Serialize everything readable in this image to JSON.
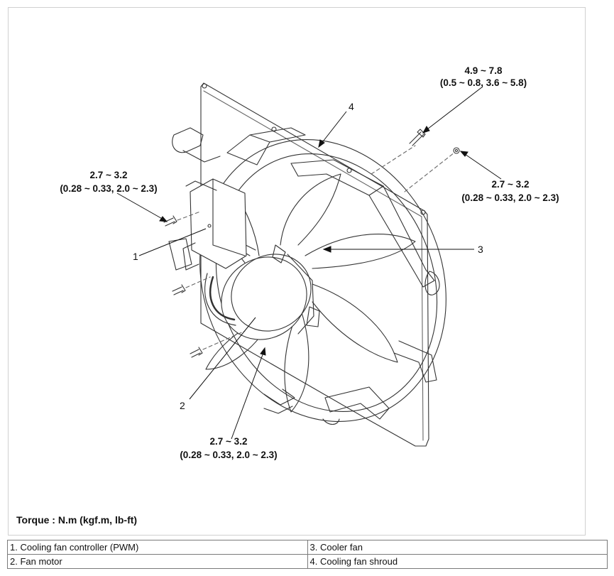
{
  "torque_specs": {
    "top_right_bolt": {
      "nm": "4.9 ~ 7.8",
      "alt": "(0.5 ~ 0.8, 3.6 ~ 5.8)"
    },
    "right_nut": {
      "nm": "2.7 ~ 3.2",
      "alt": "(0.28 ~ 0.33, 2.0 ~ 2.3)"
    },
    "left_bolt": {
      "nm": "2.7 ~ 3.2",
      "alt": "(0.28 ~ 0.33, 2.0 ~ 2.3)"
    },
    "bottom_bolt": {
      "nm": "2.7 ~ 3.2",
      "alt": "(0.28 ~ 0.33, 2.0 ~ 2.3)"
    }
  },
  "callouts": {
    "c1": "1",
    "c2": "2",
    "c3": "3",
    "c4": "4"
  },
  "torque_note": "Torque : N.m (kgf.m, lb-ft)",
  "legend": [
    [
      "1. Cooling fan controller (PWM)",
      "3. Cooler fan"
    ],
    [
      "2. Fan motor",
      "4. Cooling fan shroud"
    ]
  ]
}
